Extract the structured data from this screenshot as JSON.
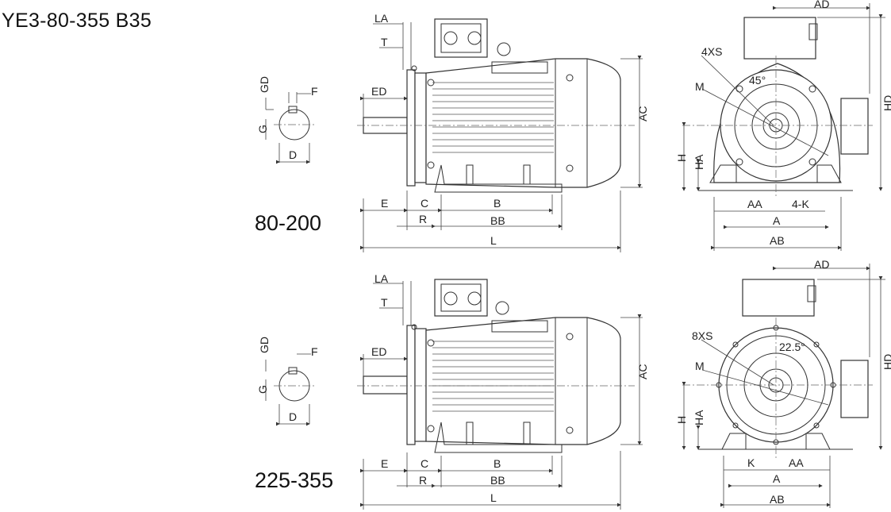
{
  "title": "YE3-80-355 B35",
  "ranges": [
    "80-200",
    "225-355"
  ],
  "shaft_labels": {
    "gd": "GD",
    "f": "F",
    "g": "G",
    "d": "D"
  },
  "side_labels": {
    "la": "LA",
    "t": "T",
    "ed": "ED",
    "ac": "AC",
    "e": "E",
    "c": "C",
    "b": "B",
    "r": "R",
    "bb": "BB",
    "l": "L"
  },
  "front_labels": {
    "ad": "AD",
    "hd": "HD",
    "m": "M",
    "h": "H",
    "ha": "HA",
    "aa": "AA",
    "a": "A",
    "ab": "AB",
    "k": "K",
    "four_k": "4-K"
  },
  "hole_callouts": {
    "top": "4XS",
    "bottom": "8XS"
  },
  "angles": {
    "top": "45°",
    "bottom": "22.5°"
  }
}
